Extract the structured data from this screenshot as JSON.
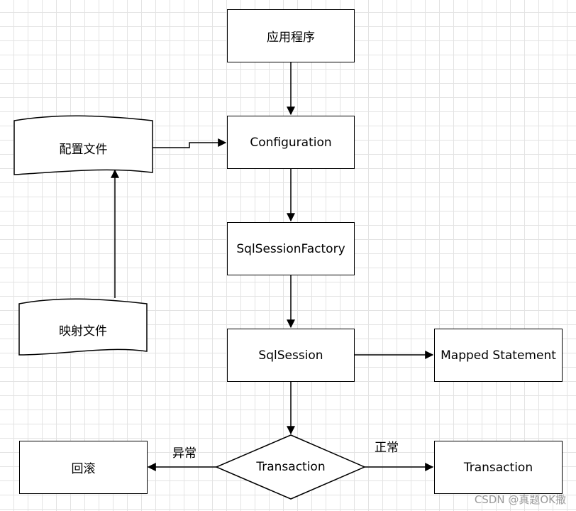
{
  "nodes": {
    "app": "应用程序",
    "config_file": "配置文件",
    "configuration": "Configuration",
    "factory": "SqlSessionFactory",
    "session": "SqlSession",
    "mapper_file": "映射文件",
    "mapped_statement": "Mapped Statement",
    "transaction": "Transaction",
    "transaction_result": "Transaction",
    "rollback": "回滚"
  },
  "edge_labels": {
    "exception": "异常",
    "normal": "正常"
  },
  "watermark": "CSDN @真题OK撒",
  "colors": {
    "stroke": "#000000",
    "fill": "#ffffff",
    "grid": "#e3e3e3",
    "watermark": "#9a9a9a"
  }
}
